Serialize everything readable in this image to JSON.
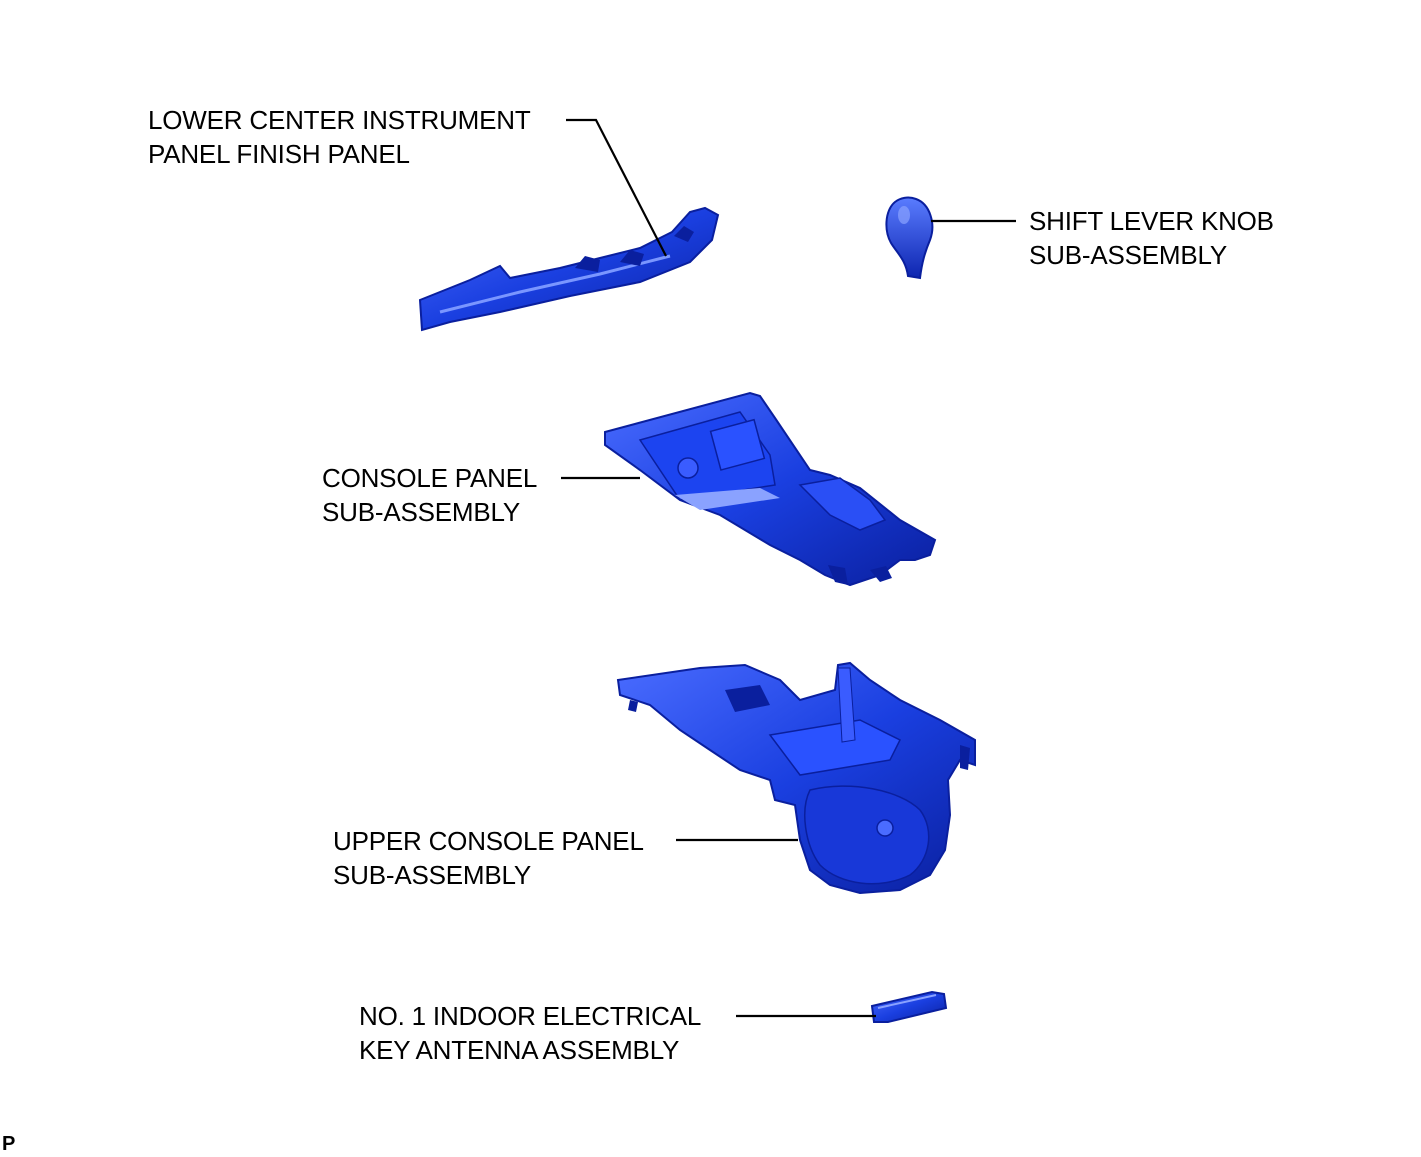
{
  "parts": [
    {
      "id": "lower-center-panel",
      "line1": "LOWER CENTER INSTRUMENT",
      "line2": "PANEL FINISH PANEL"
    },
    {
      "id": "shift-knob",
      "line1": "SHIFT LEVER KNOB",
      "line2": "SUB-ASSEMBLY"
    },
    {
      "id": "console-panel",
      "line1": "CONSOLE PANEL",
      "line2": "SUB-ASSEMBLY"
    },
    {
      "id": "upper-console-panel",
      "line1": "UPPER CONSOLE PANEL",
      "line2": "SUB-ASSEMBLY"
    },
    {
      "id": "key-antenna",
      "line1": "NO. 1 INDOOR ELECTRICAL",
      "line2": "KEY ANTENNA ASSEMBLY"
    }
  ],
  "corner_mark": "P",
  "colors": {
    "part_fill": "#1a3fe0",
    "part_dark": "#0a1f9e",
    "part_light": "#5a7cff",
    "leader": "#000000"
  }
}
